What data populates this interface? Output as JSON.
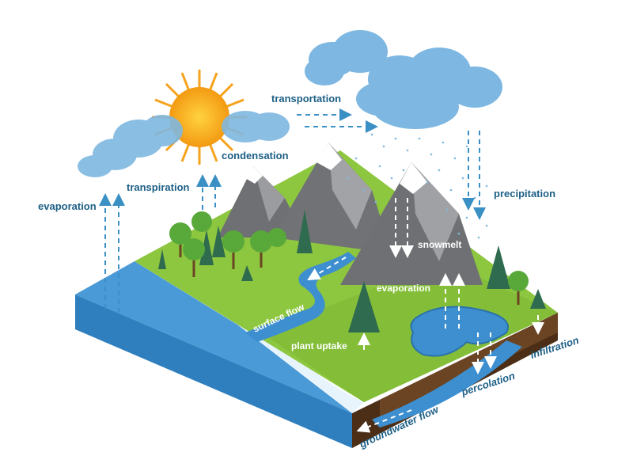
{
  "labels": {
    "evaporation_left": "evaporation",
    "transpiration": "transpiration",
    "condensation": "condensation",
    "transportation": "transportation",
    "precipitation": "precipitation",
    "snowmelt": "snowmelt",
    "evaporation_lake": "evaporation",
    "surface_flow": "surface flow",
    "plant_uptake": "plant uptake",
    "infiltration": "infiltration",
    "percolation": "percolation",
    "groundwater_flow": "groundwater flow"
  },
  "colors": {
    "water": "#3d8fd0",
    "grass": "#8dc63f",
    "soil": "#5a3a1e",
    "label": "#1d5f86",
    "sun": "#f6a21c",
    "cloud": "#7fb8e0",
    "rock": "#7b7d80"
  }
}
